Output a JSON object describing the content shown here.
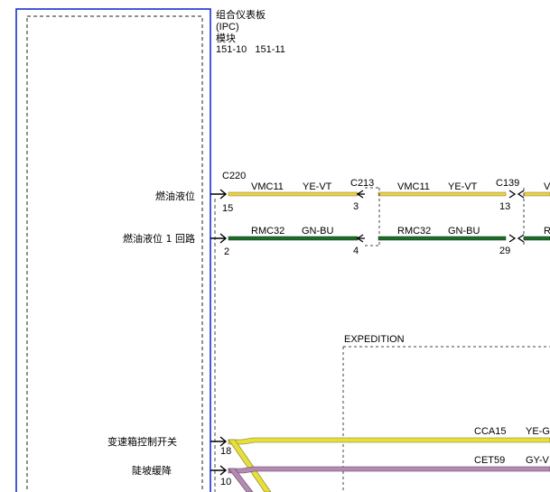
{
  "module": {
    "name_line1": "组合仪表板",
    "name_line2": "(IPC)",
    "name_line3": "模块",
    "pages": "151-10   151-11"
  },
  "pins": [
    {
      "label": "燃油液位",
      "pin": "15"
    },
    {
      "label": "燃油液位 1 回路",
      "pin": "2"
    },
    {
      "label": "变速箱控制开关",
      "pin": "18"
    },
    {
      "label": "陡坡缓降",
      "pin": "10"
    }
  ],
  "connectors": {
    "c1": "C220",
    "c2": "C213",
    "c3": "C139"
  },
  "wires": [
    {
      "circuit": "VMC11",
      "color": "YE-VT",
      "seg2_circuit": "VMC11",
      "seg2_color": "YE-VT",
      "pin_c2": "3",
      "pin_c3": "13",
      "seg3_partial": "V"
    },
    {
      "circuit": "RMC32",
      "color": "GN-BU",
      "seg2_circuit": "RMC32",
      "seg2_color": "GN-BU",
      "pin_c2": "4",
      "pin_c3": "29",
      "seg3_partial": "R"
    }
  ],
  "option_box": {
    "label": "EXPEDITION"
  },
  "lower_wires": [
    {
      "circuit": "CCA15",
      "color": "YE-G"
    },
    {
      "circuit": "CET59",
      "color": "GY-V"
    }
  ]
}
